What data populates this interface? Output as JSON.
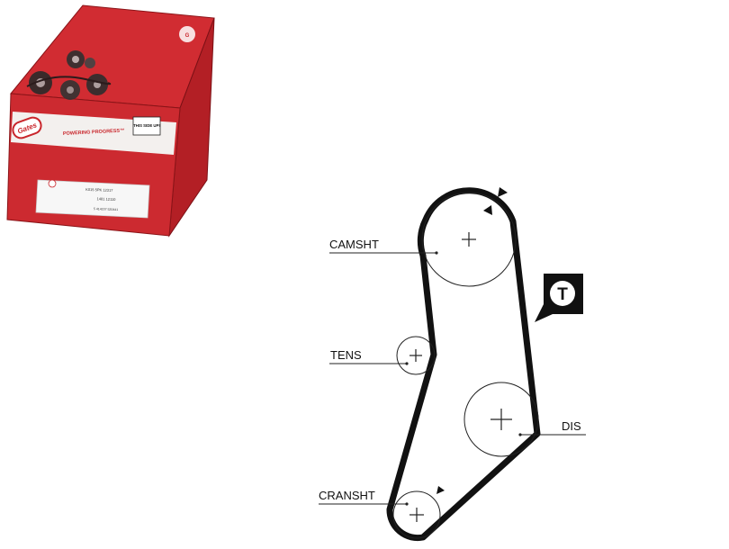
{
  "product_box": {
    "brand_logo": "Gates",
    "slogan": "POWERING PROGRESS™",
    "orientation_label": "THIS SIDE UP!",
    "label_lines": [
      "K015 5PK 12317",
      "1481 12110",
      "5 414237 520441"
    ]
  },
  "diagram": {
    "labels": {
      "camshaft": "CAMSHT",
      "tensioner": "TENS",
      "distributor": "DIS",
      "crankshaft": "CRANSHT"
    },
    "timing_badge": "T",
    "colors": {
      "belt": "#111111",
      "box_red": "#c9262c",
      "box_dark": "#8a1418"
    }
  }
}
